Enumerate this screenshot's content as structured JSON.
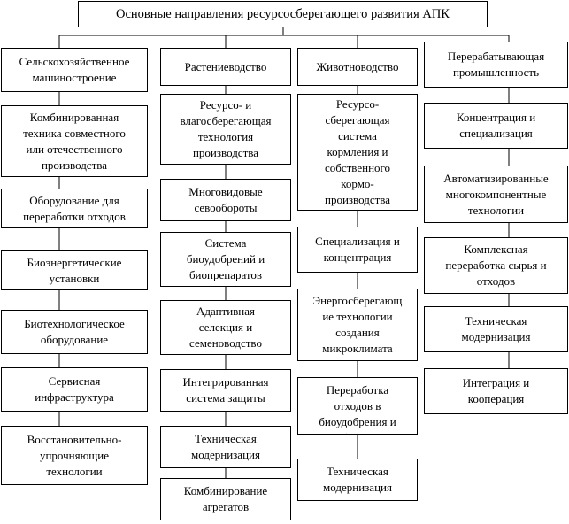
{
  "title": "Основные направления ресурсосберегающего развития АПК",
  "columns": [
    {
      "header": "Сельскохозяйственное\nмашиностроение",
      "items": [
        "Комбинированная\nтехника совместного\nили отечественного\nпроизводства",
        "Оборудование для\nпереработки отходов",
        "Биоэнергетические\nустановки",
        "Биотехнологическое\nоборудование",
        "Сервисная\nинфраструктура",
        "Восстановительно-\nупрочняющие\nтехнологии"
      ]
    },
    {
      "header": "Растениеводство",
      "items": [
        "Ресурсо- и\nвлагосберегающая\nтехнология\nпроизводства",
        "Многовидовые\nсевообороты",
        "Система\nбиоудобрений и\nбиопрепаратов",
        "Адаптивная\nселекция и\nсеменоводство",
        "Интегрированная\nсистема защиты",
        "Техническая\nмодернизация",
        "Комбинирование\nагрегатов"
      ]
    },
    {
      "header": "Животноводство",
      "items": [
        "Ресурсо-\nсберегающая\nсистема\nкормления и\nсобственного\nкормо-\nпроизводства",
        "Специализация и\nконцентрация",
        "Энергосберегающ\nие технологии\nсоздания\nмикроклимата",
        "Переработка\nотходов в\nбиоудобрения и\nбиогаз",
        "Техническая\nмодернизация"
      ]
    },
    {
      "header": "Перерабатывающая\nпромышленность",
      "items": [
        "Концентрация и\nспециализация",
        "Автоматизированные\nмногокомпонентные\nтехнологии",
        "Комплексная\nпереработка сырья и\nотходов",
        "Техническая\nмодернизация",
        "Интеграция и\nкооперация"
      ]
    }
  ]
}
